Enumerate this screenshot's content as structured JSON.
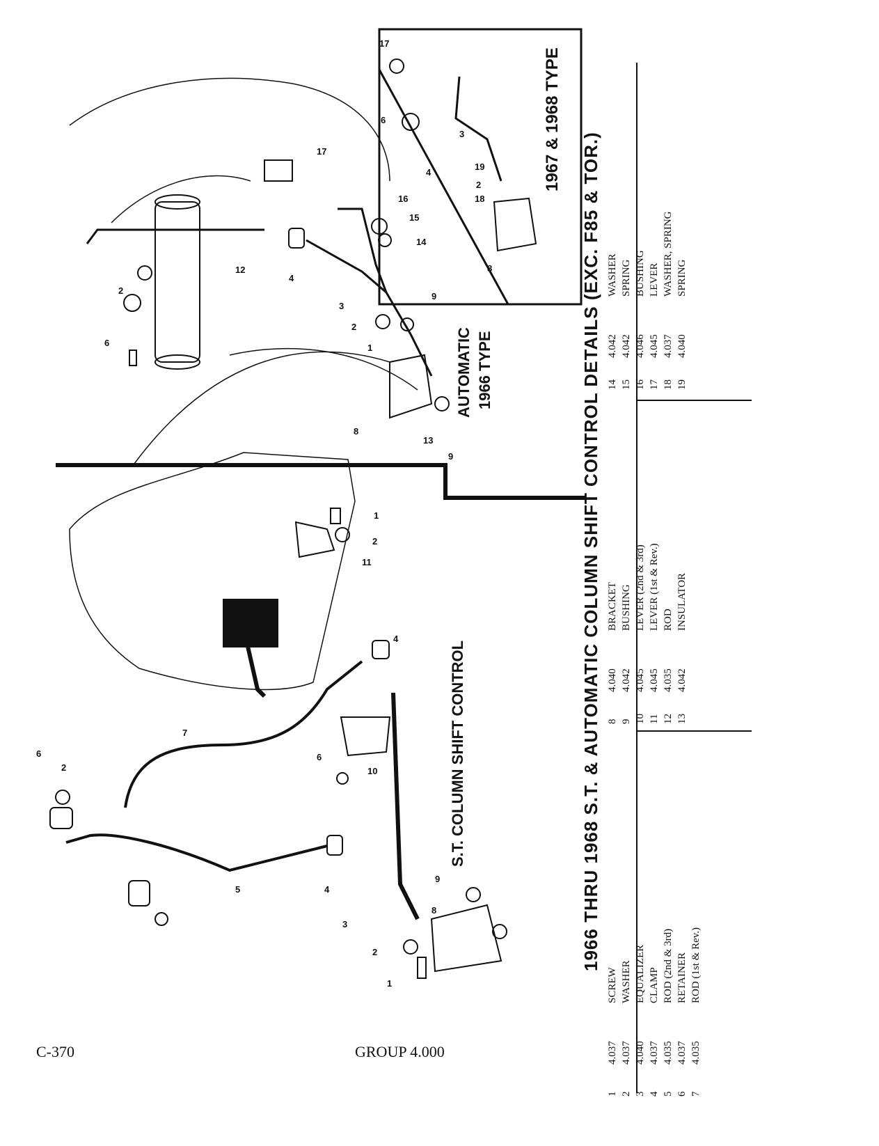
{
  "header": {
    "title": "1966 THRU 1968  S.T.  &  AUTOMATIC COLUMN SHIFT CONTROL DETAILS (EXC. F85 & TOR.)"
  },
  "diagram_labels": {
    "st_column": "S.T. COLUMN SHIFT CONTROL",
    "automatic_line1": "AUTOMATIC",
    "automatic_line2": "1966 TYPE",
    "type_6768": "1967 & 1968 TYPE"
  },
  "parts": {
    "col1": [
      {
        "no": "1",
        "code": "4.037",
        "name": "SCREW"
      },
      {
        "no": "2",
        "code": "4.037",
        "name": "WASHER"
      },
      {
        "no": "3",
        "code": "4.040",
        "name": "EQUALIZER"
      },
      {
        "no": "4",
        "code": "4.037",
        "name": "CLAMP"
      },
      {
        "no": "5",
        "code": "4.035",
        "name": "ROD (2nd & 3rd)"
      },
      {
        "no": "6",
        "code": "4.037",
        "name": "RETAINER"
      },
      {
        "no": "7",
        "code": "4.035",
        "name": "ROD (1st & Rev.)"
      }
    ],
    "col2": [
      {
        "no": "8",
        "code": "4.040",
        "name": "BRACKET"
      },
      {
        "no": "9",
        "code": "4.042",
        "name": "BUSHING"
      },
      {
        "no": "10",
        "code": "4.045",
        "name": "LEVER (2nd & 3rd)"
      },
      {
        "no": "11",
        "code": "4.045",
        "name": "LEVER (1st & Rev.)"
      },
      {
        "no": "12",
        "code": "4.035",
        "name": "ROD"
      },
      {
        "no": "13",
        "code": "4.042",
        "name": "INSULATOR"
      }
    ],
    "col3": [
      {
        "no": "14",
        "code": "4.042",
        "name": "WASHER"
      },
      {
        "no": "15",
        "code": "4.042",
        "name": "SPRING"
      },
      {
        "no": "16",
        "code": "4.046",
        "name": "BUSHING"
      },
      {
        "no": "17",
        "code": "4.045",
        "name": "LEVER"
      },
      {
        "no": "18",
        "code": "4.037",
        "name": "WASHER, SPRING"
      },
      {
        "no": "19",
        "code": "4.040",
        "name": "SPRING"
      }
    ]
  },
  "footer": {
    "page_number": "C-370",
    "group": "GROUP 4.000"
  }
}
